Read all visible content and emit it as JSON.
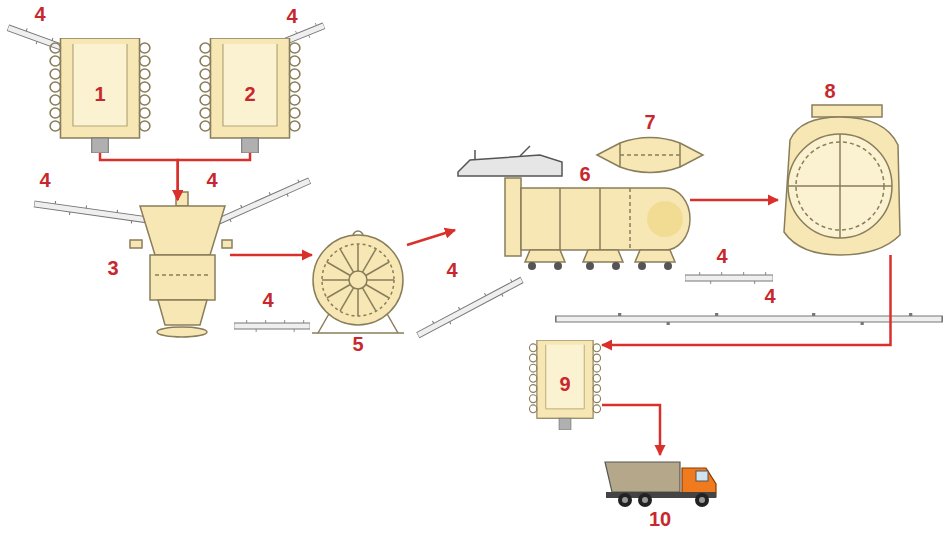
{
  "diagram": {
    "nodes": [
      {
        "text": [
          "1"
        ]
      },
      {
        "text": [
          "2"
        ]
      },
      {
        "text": [
          "3"
        ]
      },
      {
        "text": [
          "5"
        ]
      },
      {
        "text": [
          "6"
        ]
      },
      {
        "text": [
          "7"
        ]
      },
      {
        "text": [
          "8"
        ]
      },
      {
        "text": [
          "9"
        ]
      },
      {
        "text": [
          "10"
        ]
      }
    ],
    "edges": [
      {
        "from": 0,
        "to": 2,
        "arrow": "to"
      },
      {
        "from": 1,
        "to": 2,
        "arrow": "to"
      },
      {
        "from": 2,
        "to": 3,
        "arrow": "to"
      },
      {
        "from": 3,
        "to": 4,
        "arrow": "to"
      },
      {
        "from": 4,
        "to": 6,
        "arrow": "to"
      },
      {
        "from": 6,
        "to": 7,
        "arrow": "to"
      },
      {
        "from": 7,
        "to": 8,
        "arrow": "to"
      }
    ],
    "labels": [
      "4",
      "4",
      "4",
      "4",
      "4",
      "4",
      "4",
      "4"
    ]
  }
}
